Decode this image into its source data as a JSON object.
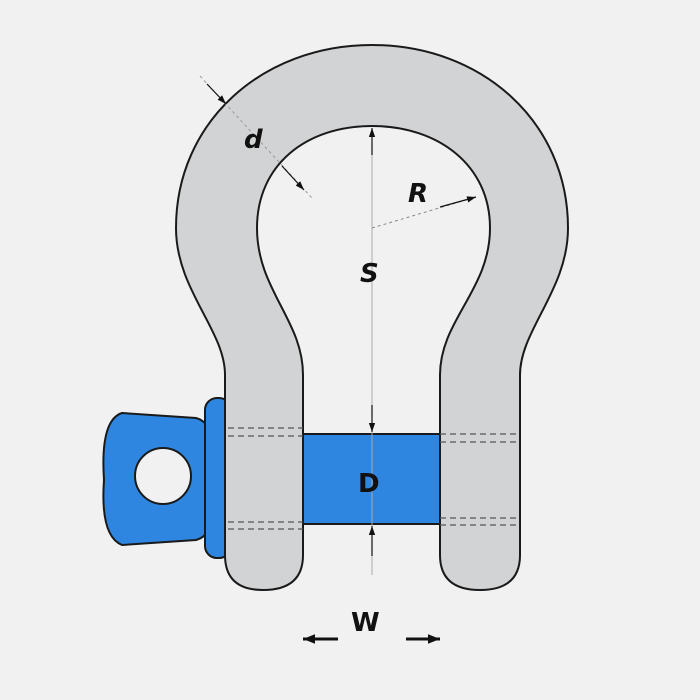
{
  "labels": {
    "d": "d",
    "R": "R",
    "S": "S",
    "D": "D",
    "W": "W"
  },
  "colors": {
    "background": "#f1f1f1",
    "shackle_body": "#d2d3d4",
    "pin": "#2e86e0",
    "outline": "#1a1a1a",
    "dimension_lines": "#111111"
  }
}
